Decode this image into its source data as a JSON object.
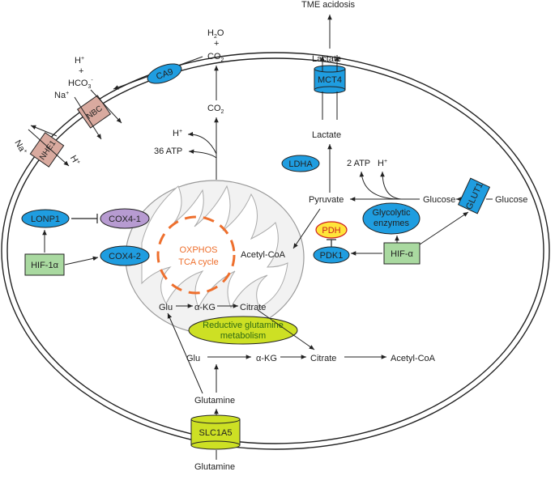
{
  "colors": {
    "blue": "#1f9de0",
    "purple": "#b79bd1",
    "green_box": "#a9d9a0",
    "yellow_green": "#cde024",
    "yellow": "#ffe53a",
    "transporter_brown": "#d9aa9f",
    "orange": "#ee6f2d",
    "membrane": "#222222"
  },
  "labels": {
    "tme_acidosis": "TME acidosis",
    "lactate_top": "Lactate",
    "lactate_mid": "Lactate",
    "h2o": "H",
    "h2o_sub": "2",
    "h2o_tail": "O",
    "plus1": "+",
    "co2_top": "CO",
    "co2_top_sub": "2",
    "co2_mid": "CO",
    "co2_mid_sub": "2",
    "h_plus_left": "H",
    "h_plus_left_sup": "+",
    "plus2": "+",
    "hco3": "HCO",
    "hco3_sub": "3",
    "hco3_sup": "-",
    "na_top": "Na",
    "na_top_sup": "+",
    "na_left": "Na",
    "na_left_sup": "+",
    "h_left2": "H",
    "h_left2_sup": "+",
    "h_mito": "H",
    "h_mito_sup": "+",
    "atp36": "36 ATP",
    "atp2": "2 ATP",
    "h_glyc": "H",
    "h_glyc_sup": "+",
    "pyruvate": "Pyruvate",
    "glucose_in": "Glucose",
    "glucose_out": "Glucose",
    "acetyl_coa_mito": "Acetyl-CoA",
    "oxphos": "OXPHOS",
    "tca": "TCA cycle",
    "glu_mito": "Glu",
    "akg_mito": "α-KG",
    "citrate_mito": "Citrate",
    "reductive_1": "Reductive glutamine",
    "reductive_2": "metabolism",
    "glu_cyto": "Glu",
    "akg_cyto": "α-KG",
    "citrate_cyto": "Citrate",
    "acetyl_coa_cyto": "Acetyl-CoA",
    "glutamine_in": "Glutamine",
    "glutamine_out": "Glutamine"
  },
  "nodes": {
    "ca9": "CA9",
    "nbc": "NBC",
    "nhe1": "NHE1",
    "mct4": "MCT4",
    "glut1": "GLUT1",
    "slc1a5": "SLC1A5",
    "ldha": "LDHA",
    "lonp1": "LONP1",
    "cox4_1": "COX4-1",
    "cox4_2": "COX4-2",
    "hif1a": "HIF-1α",
    "hifa": "HIF-α",
    "pdh": "PDH",
    "pdk1": "PDK1",
    "glycolytic_1": "Glycolytic",
    "glycolytic_2": "enzymes"
  }
}
